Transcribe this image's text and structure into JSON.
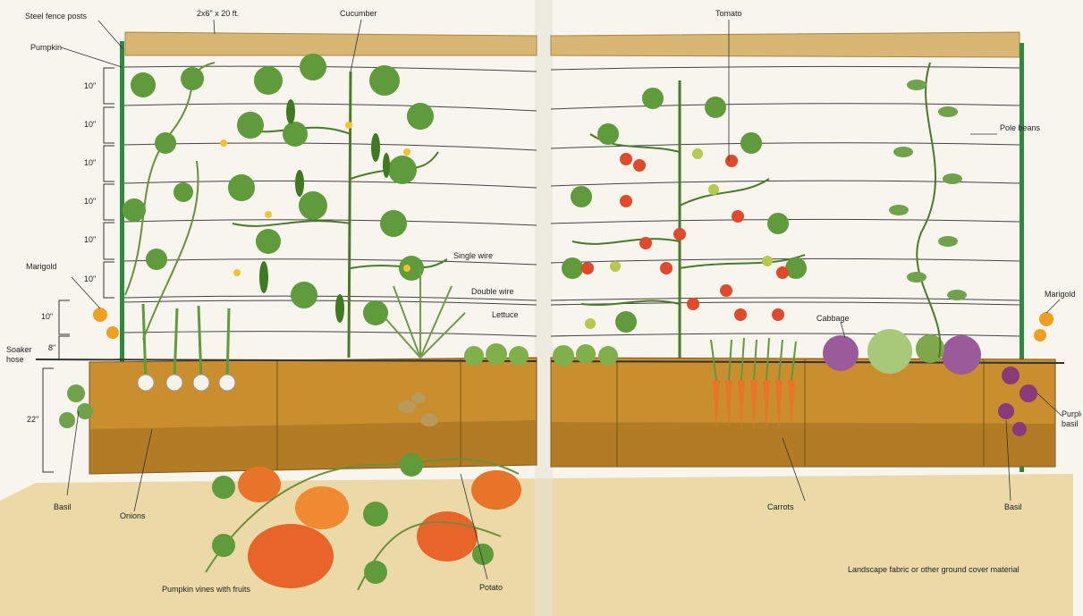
{
  "labels": {
    "steel_fence_posts": "Steel fence posts",
    "pumpkin": "Pumpkin",
    "board": "2x6\" x 20 ft.",
    "cucumber": "Cucumber",
    "tomato": "Tomato",
    "pole_beans": "Pole beans",
    "single_wire": "Single wire",
    "double_wire": "Double wire",
    "lettuce": "Lettuce",
    "cabbage": "Cabbage",
    "marigold_left": "Marigold",
    "marigold_right": "Marigold",
    "soaker_hose": "Soaker hose",
    "basil_left": "Basil",
    "basil_right": "Basil",
    "onions": "Onions",
    "carrots": "Carrots",
    "purple_basil": "Purple basil",
    "potato": "Potato",
    "pumpkin_vines": "Pumpkin vines with fruits",
    "landscape_fabric": "Landscape fabric or other ground cover material"
  },
  "dimensions": {
    "wire_spacing": [
      "10\"",
      "10\"",
      "10\"",
      "10\"",
      "10\"",
      "10\""
    ],
    "above_bale": "10\"",
    "hose_gap": "8\"",
    "bale_height": "22\""
  },
  "colors": {
    "bale": "#c98e2e",
    "bale_dark": "#9c6a1c",
    "post": "#2e8a3e",
    "board": "#d8b774",
    "ground": "#ecd9a8",
    "leaf": "#5f9b3a",
    "pumpkin": "#e8742a",
    "tomato": "#e04a2a",
    "cabbage": "#9b5a9a"
  }
}
